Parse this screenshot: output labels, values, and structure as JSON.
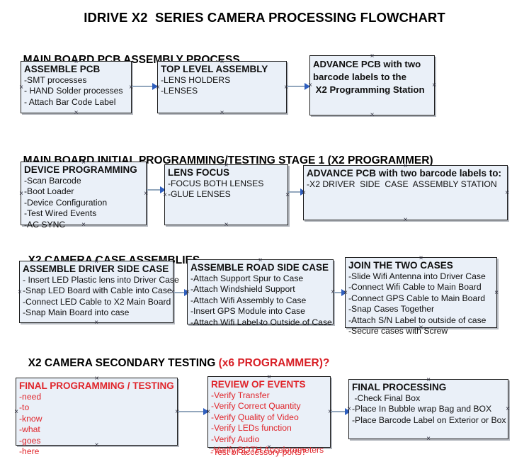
{
  "title": "IDRIVE X2  SERIES CAMERA PROCESSING FLOWCHART",
  "colors": {
    "node_fill": "#eaf0f8",
    "node_border": "#1d1d1d",
    "accent_red": "#e0252b",
    "connector": "#93a7bd",
    "arrowhead": "#2f5fbf",
    "text": "#101010"
  },
  "sections": [
    {
      "id": "main-board-pcb-assembly-process",
      "header": "MAIN BOARD PCB ASSEMBLY PROCESS",
      "header_accent": "",
      "nodes": [
        {
          "id": "assemble-pcb",
          "title": "ASSEMBLE PCB",
          "lines": [
            "-SMT processes",
            "- HAND Solder processes",
            "- Attach Bar Code Label"
          ]
        },
        {
          "id": "top-level-assembly",
          "title": "TOP LEVEL ASSEMBLY",
          "lines": [
            "-LENS HOLDERS",
            "-LENSES"
          ]
        },
        {
          "id": "advance-pcb-to-x2-programming-station",
          "title": "",
          "lines": [
            "ADVANCE PCB with two",
            "barcode labels to the",
            " X2 Programming Station"
          ]
        }
      ]
    },
    {
      "id": "main-board-initial-programming-testing-stage-1",
      "header": "MAIN BOARD INITIAL PROGRAMMING/TESTING STAGE 1 (X2 PROGRAMMER)",
      "header_accent": "",
      "nodes": [
        {
          "id": "device-programming",
          "title": "DEVICE PROGRAMMING",
          "lines": [
            "-Scan Barcode",
            "-Boot Loader",
            "-Device Configuration",
            "-Test Wired Events",
            "-AC SYNC"
          ]
        },
        {
          "id": "lens-focus",
          "title": "LENS FOCUS",
          "lines": [
            "-FOCUS BOTH LENSES",
            "-GLUE LENSES"
          ]
        },
        {
          "id": "advance-pcb-to-driver-side-case-assembly",
          "title": "ADVANCE PCB with two barcode labels to:",
          "lines": [
            "-X2 DRIVER  SIDE  CASE  ASSEMBLY STATION"
          ]
        }
      ]
    },
    {
      "id": "x2-camera-case-assemblies",
      "header": "X2 CAMERA CASE ASSEMBLIES",
      "header_accent": "",
      "nodes": [
        {
          "id": "assemble-driver-side-case",
          "title": "ASSEMBLE DRIVER SIDE CASE",
          "lines": [
            "- Insert LED Plastic lens into Driver Case",
            "-Snap LED Board with Cable into Case",
            "-Connect LED Cable to X2 Main Board",
            "-Snap Main Board into case"
          ]
        },
        {
          "id": "assemble-road-side-case",
          "title": "ASSEMBLE ROAD SIDE CASE",
          "lines": [
            "-Attach Support Spur to Case",
            "-Attach Windshield Support",
            "-Attach Wifi Assembly to Case",
            "-Insert GPS Module into Case",
            "-Attach Wifi Label to Outside of Case"
          ]
        },
        {
          "id": "join-the-two-cases",
          "title": "JOIN THE TWO CASES",
          "lines": [
            "-Slide Wifi Antenna into Driver Case",
            "-Connect Wifi Cable to Main Board",
            "-Connect GPS Cable to Main Board",
            "-Snap Cases Together",
            "-Attach S/N Label to outside of case",
            "-Secure cases with Screw"
          ]
        }
      ]
    },
    {
      "id": "x2-camera-secondary-testing",
      "header": "X2 CAMERA SECONDARY TESTING ",
      "header_accent": "(x6 PROGRAMMER)?",
      "nodes": [
        {
          "id": "final-programming-testing",
          "title": "FINAL PROGRAMMING / TESTING",
          "lines": [
            "-need",
            "-to",
            "-know",
            "-what",
            "-goes",
            "-here"
          ]
        },
        {
          "id": "review-of-events",
          "title": "REVIEW OF EVENTS",
          "lines": [
            "-Verify Transfer",
            "-Verify Correct Quantity",
            "-Verify Quality of Video",
            "-Verify LEDs function",
            "-Verify Audio",
            "-Verify BOTH Accelerometers"
          ],
          "overflow_line": "-Test of accessory ports?"
        },
        {
          "id": "final-processing",
          "title": "FINAL PROCESSING",
          "lines": [
            " -Check Final Box",
            "-Place In Bubble wrap Bag and BOX",
            "-Place Barcode Label on Exterior or Box"
          ]
        }
      ]
    }
  ]
}
